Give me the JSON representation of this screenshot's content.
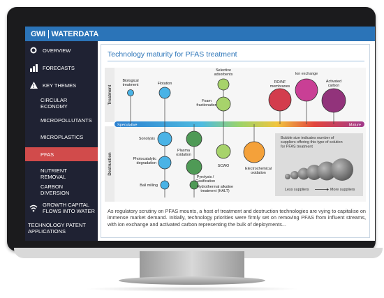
{
  "brand": {
    "prefix": "GWI",
    "product": "WATERDATA"
  },
  "sidebar": {
    "items": [
      {
        "label": "OVERVIEW",
        "icon": "circle-icon"
      },
      {
        "label": "FORECASTS",
        "icon": "bar-chart-icon"
      },
      {
        "label": "KEY THEMES",
        "icon": "warning-icon"
      },
      {
        "label": "CIRCULAR ECONOMY"
      },
      {
        "label": "MICROPOLLUTANTS"
      },
      {
        "label": "MICROPLASTICS"
      },
      {
        "label": "PFAS",
        "active": true
      },
      {
        "label": "NUTRIENT REMOVAL"
      },
      {
        "label": "CARBON DIVERSION"
      },
      {
        "label": "GROWTH CAPITAL FLOWS INTO WATER",
        "icon": "wifi-icon"
      },
      {
        "label": "TECHNOLOGY PATENT APPLICATIONS"
      }
    ]
  },
  "main": {
    "title": "Technology maturity for PFAS treatment",
    "body": "As regulatory scrutiny on PFAS mounts, a host of treatment and destruction technologies are vying to capitalise on immense market demand. Initially, technology priorities were firmly set on removing PFAS from influent streams, with ion exchange and activated carbon representing the bulk of deployments..."
  },
  "diagram": {
    "band_treatment": "Treatment",
    "band_destruction": "Destruction",
    "axis_left": "Speculative",
    "axis_right": "Mature",
    "treatment": [
      {
        "label": "Biological treatment",
        "color": "#4ab3e6"
      },
      {
        "label": "Flotation",
        "color": "#4ab3e6"
      },
      {
        "label": "Selective adsorbents",
        "color": "#a7d36b"
      },
      {
        "label": "Foam fractionation",
        "color": "#a7d36b"
      },
      {
        "label": "RO/NF membranes",
        "color": "#d33d4d"
      },
      {
        "label": "Ion exchange",
        "color": "#c93f95"
      },
      {
        "label": "Activated carbon",
        "color": "#92337b"
      }
    ],
    "destruction": [
      {
        "label": "Sonolysis",
        "color": "#4ab3e6"
      },
      {
        "label": "Photocatalytic degradation",
        "color": "#4ab3e6"
      },
      {
        "label": "Ball milling",
        "color": "#4ab3e6"
      },
      {
        "label": "Plasma oxidation",
        "color": "#4f9a56"
      },
      {
        "label": "Pyrolysis / Gasification",
        "color": "#4f9a56"
      },
      {
        "label": "Hydrothermal alkaline treatment (HALT)",
        "color": "#4f9a56"
      },
      {
        "label": "SCWO",
        "color": "#a7d36b"
      },
      {
        "label": "Electrochemical oxidation",
        "color": "#f4a13a"
      }
    ],
    "legend": {
      "title": "Bubble size indicates number of suppliers offering this type of solution for PFAS treatment",
      "less": "Less suppliers",
      "more": "More suppliers"
    }
  }
}
